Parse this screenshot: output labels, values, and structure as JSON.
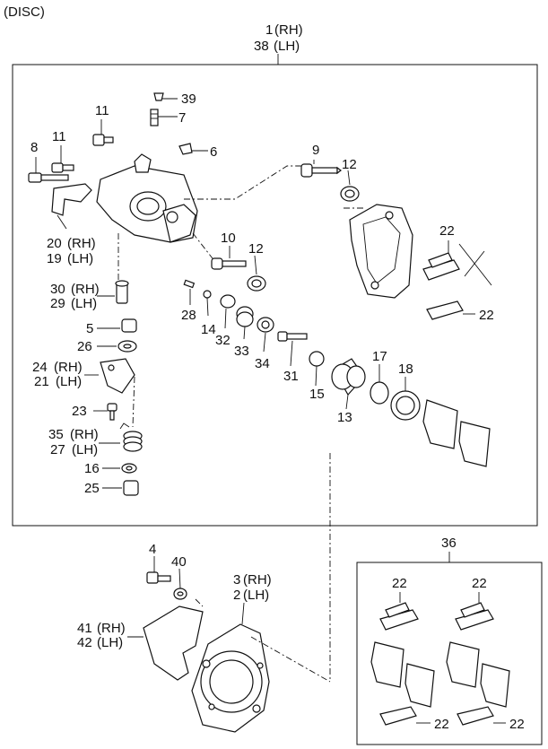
{
  "header": {
    "title": "(DISC)"
  },
  "callouts": {
    "c1": "1",
    "rh": "(RH)",
    "c38": "38",
    "lh": "(LH)",
    "c39": "39",
    "c11a": "11",
    "c7": "7",
    "c8": "8",
    "c11b": "11",
    "c6": "6",
    "c9": "9",
    "c12a": "12",
    "c22a": "22",
    "c22b": "22",
    "c20": "20",
    "c19": "19",
    "c10": "10",
    "c12b": "12",
    "c30": "30",
    "c29": "29",
    "c28": "28",
    "c14": "14",
    "c32": "32",
    "c33": "33",
    "c34": "34",
    "c5": "5",
    "c26": "26",
    "c31": "31",
    "c15": "15",
    "c17": "17",
    "c18": "18",
    "c13": "13",
    "c24": "24",
    "c21": "21",
    "c23": "23",
    "c35": "35",
    "c27": "27",
    "c16": "16",
    "c25": "25",
    "c4": "4",
    "c40": "40",
    "c3": "3",
    "c2": "2",
    "c41": "41",
    "c42": "42",
    "c36": "36",
    "c22c": "22",
    "c22d": "22",
    "c22e": "22",
    "c22f": "22"
  }
}
